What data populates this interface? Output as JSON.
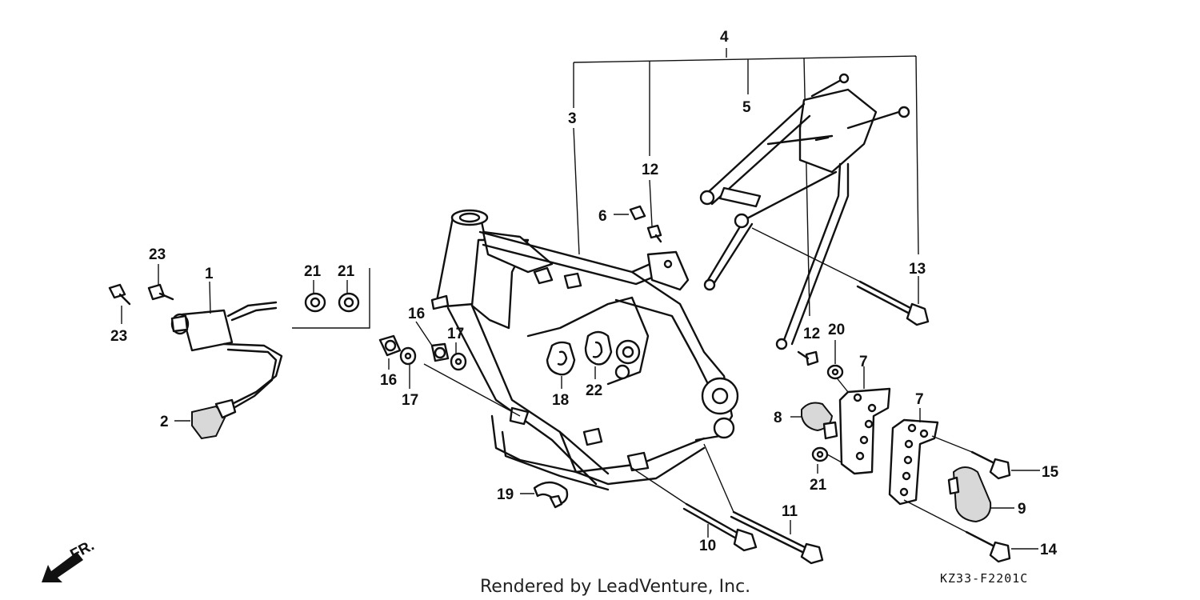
{
  "callouts": {
    "c1": "1",
    "c2": "2",
    "c3": "3",
    "c4": "4",
    "c5": "5",
    "c6": "6",
    "c7a": "7",
    "c7b": "7",
    "c8": "8",
    "c9": "9",
    "c10": "10",
    "c11": "11",
    "c12a": "12",
    "c12b": "12",
    "c13": "13",
    "c14": "14",
    "c15": "15",
    "c16a": "16",
    "c16b": "16",
    "c17a": "17",
    "c17b": "17",
    "c18": "18",
    "c19": "19",
    "c20": "20",
    "c21a": "21",
    "c21b": "21",
    "c21c": "21",
    "c22": "22",
    "c23a": "23",
    "c23b": "23"
  },
  "direction_label": "FR.",
  "footer": {
    "credit": "Rendered by LeadVenture, Inc.",
    "diagram_code": "KZ33-F2201C"
  },
  "colors": {
    "ink": "#111111",
    "background": "#ffffff",
    "fill_shade": "#d8d8d8"
  }
}
